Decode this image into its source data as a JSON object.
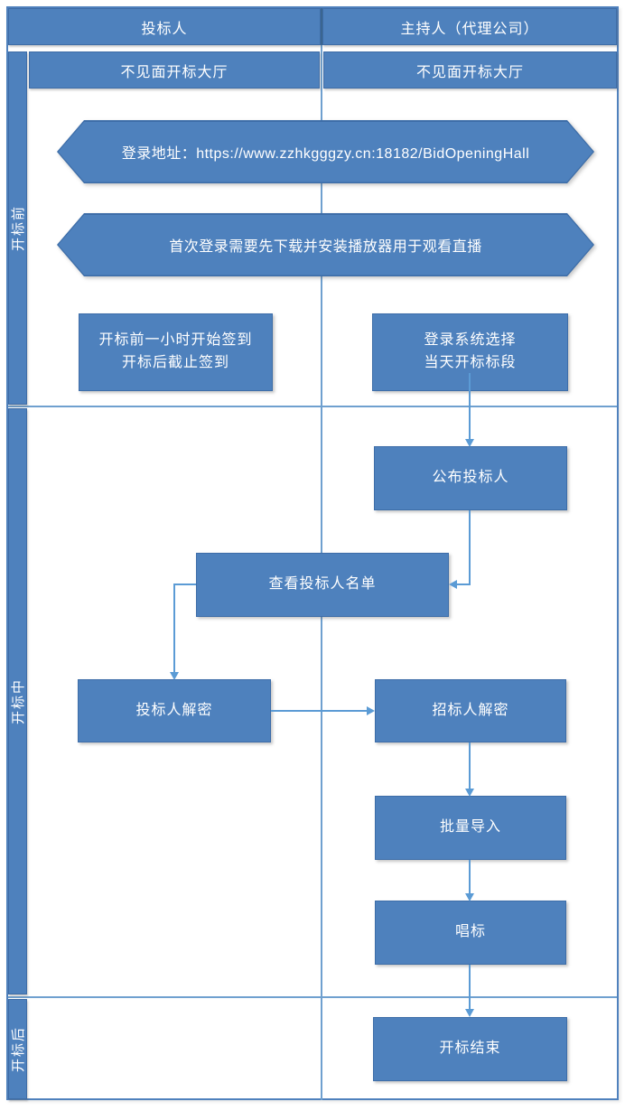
{
  "header": {
    "bidder_lane": "投标人",
    "host_lane": "主持人（代理公司）"
  },
  "subheader": {
    "left_hall": "不见面开标大厅",
    "right_hall": "不见面开标大厅"
  },
  "phases": {
    "pre": "开标前",
    "during": "开标中",
    "post": "开标后"
  },
  "nodes": {
    "login_url_hex": "登录地址：https://www.zzhkgggzy.cn:18182/BidOpeningHall",
    "player_install_hex": "首次登录需要先下载并安装播放器用于观看直播",
    "signin_line1": "开标前一小时开始签到",
    "signin_line2": "开标后截止签到",
    "login_select_line1": "登录系统选择",
    "login_select_line2": "当天开标标段",
    "announce_bidders": "公布投标人",
    "view_bidder_list": "查看投标人名单",
    "bidder_decrypt": "投标人解密",
    "tenderer_decrypt": "招标人解密",
    "batch_import": "批量导入",
    "bid_reading": "唱标",
    "bid_opening_end": "开标结束"
  },
  "colors": {
    "shape_fill": "#4e81bd",
    "shape_border": "#3d6da8",
    "connector": "#5b9bd5",
    "grid_line": "#6fa0cf",
    "text": "#ffffff"
  }
}
